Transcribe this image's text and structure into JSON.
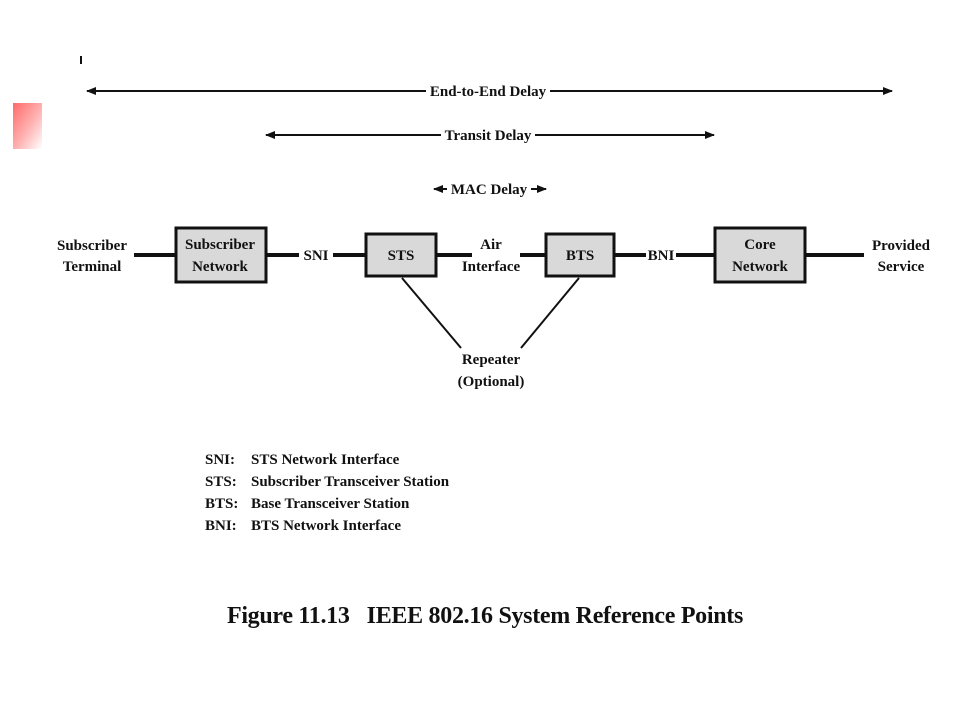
{
  "delays": {
    "end_to_end": "End-to-End Delay",
    "transit": "Transit Delay",
    "mac": "MAC Delay"
  },
  "nodes": {
    "subscriber_terminal": [
      "Subscriber",
      "Terminal"
    ],
    "subscriber_network": [
      "Subscriber",
      "Network"
    ],
    "sts": "STS",
    "bts": "BTS",
    "core_network": [
      "Core",
      "Network"
    ],
    "provided_service": [
      "Provided",
      "Service"
    ],
    "repeater": [
      "Repeater",
      "(Optional)"
    ]
  },
  "interfaces": {
    "sni": "SNI",
    "air": [
      "Air",
      "Interface"
    ],
    "bni": "BNI"
  },
  "legend": [
    {
      "abbr": "SNI:",
      "desc": "STS Network Interface"
    },
    {
      "abbr": "STS:",
      "desc": "Subscriber Transceiver Station"
    },
    {
      "abbr": "BTS:",
      "desc": "Base Transceiver Station"
    },
    {
      "abbr": "BNI:",
      "desc": "BTS Network Interface"
    }
  ],
  "caption": "Figure 11.13   IEEE 802.16 System Reference Points",
  "colors": {
    "box_fill": "#d9d9d9",
    "stroke": "#111111",
    "accent": "#ff6a6a"
  }
}
